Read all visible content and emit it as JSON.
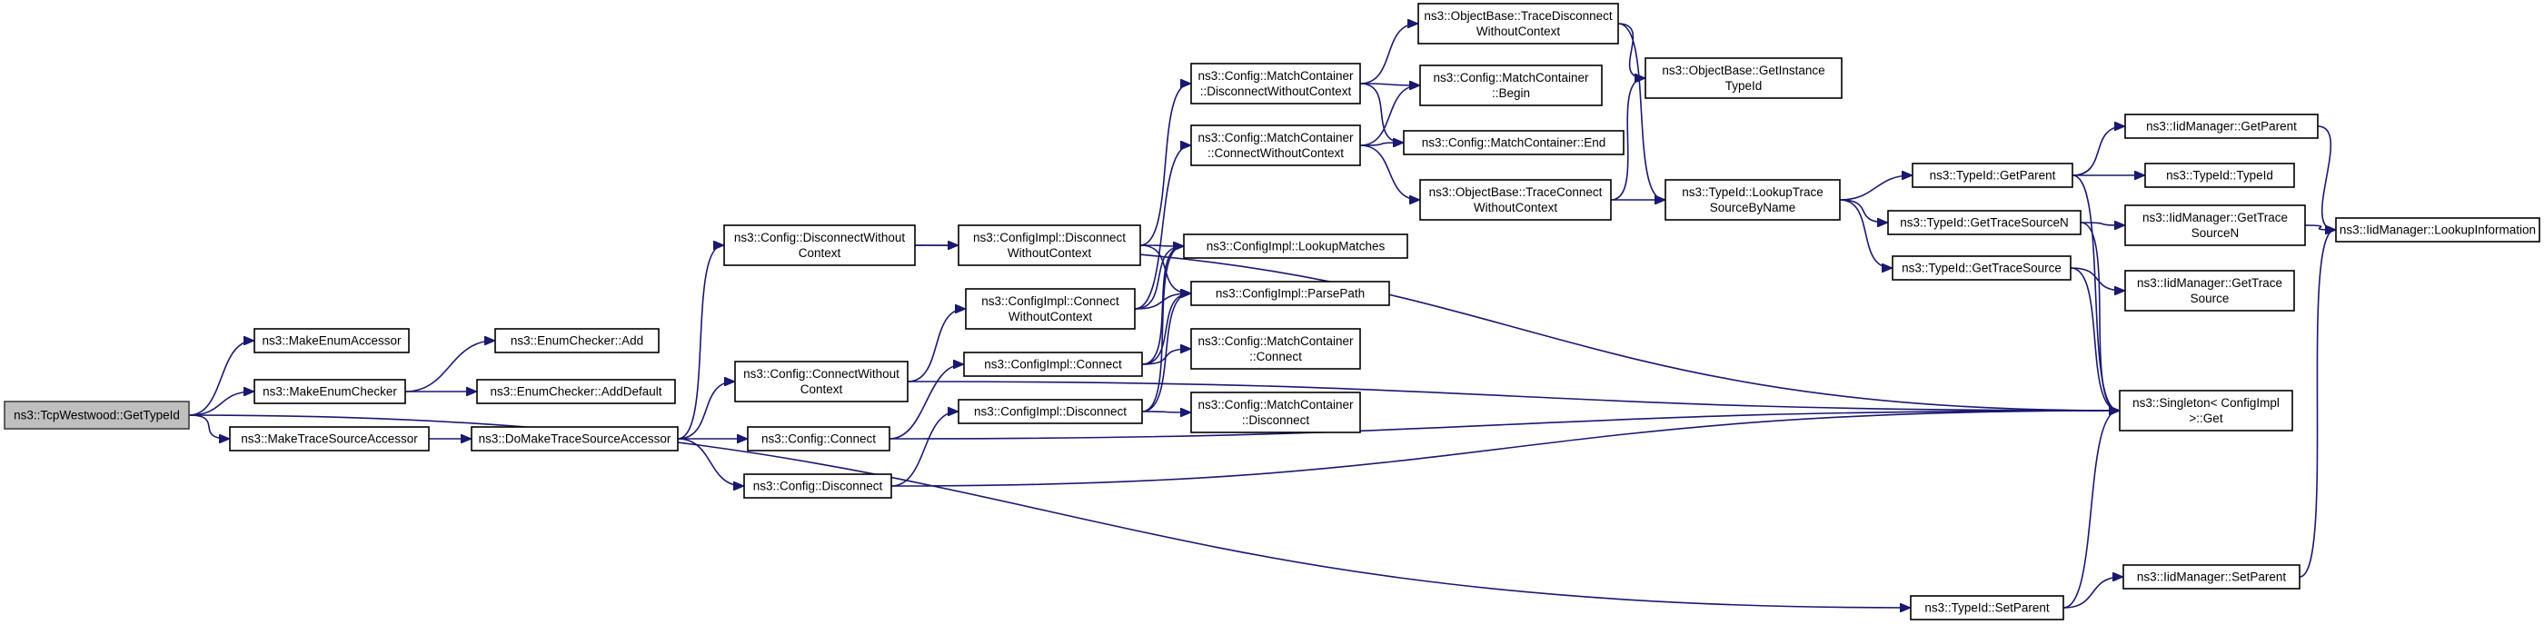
{
  "graph": {
    "title": "",
    "nodes": [
      {
        "id": "root",
        "lines": [
          "ns3::TcpWestwood::GetTypeId"
        ],
        "root": true
      },
      {
        "id": "makeEnumAccessor",
        "lines": [
          "ns3::MakeEnumAccessor"
        ]
      },
      {
        "id": "makeEnumChecker",
        "lines": [
          "ns3::MakeEnumChecker"
        ]
      },
      {
        "id": "makeTraceSourceAccessor",
        "lines": [
          "ns3::MakeTraceSourceAccessor"
        ]
      },
      {
        "id": "enumCheckerAdd",
        "lines": [
          "ns3::EnumChecker::Add"
        ]
      },
      {
        "id": "enumCheckerAddDefault",
        "lines": [
          "ns3::EnumChecker::AddDefault"
        ]
      },
      {
        "id": "doMakeTraceSourceAccessor",
        "lines": [
          "ns3::DoMakeTraceSourceAccessor"
        ]
      },
      {
        "id": "configDisconnectWithoutContext",
        "lines": [
          "ns3::Config::DisconnectWithout",
          "Context"
        ]
      },
      {
        "id": "configConnectWithoutContext",
        "lines": [
          "ns3::Config::ConnectWithout",
          "Context"
        ]
      },
      {
        "id": "configConnect",
        "lines": [
          "ns3::Config::Connect"
        ]
      },
      {
        "id": "configDisconnect",
        "lines": [
          "ns3::Config::Disconnect"
        ]
      },
      {
        "id": "implDisconnectWithoutContext",
        "lines": [
          "ns3::ConfigImpl::Disconnect",
          "WithoutContext"
        ]
      },
      {
        "id": "implConnectWithoutContext",
        "lines": [
          "ns3::ConfigImpl::Connect",
          "WithoutContext"
        ]
      },
      {
        "id": "implConnect",
        "lines": [
          "ns3::ConfigImpl::Connect"
        ]
      },
      {
        "id": "implDisconnect",
        "lines": [
          "ns3::ConfigImpl::Disconnect"
        ]
      },
      {
        "id": "mcDisconnectWithoutContext",
        "lines": [
          "ns3::Config::MatchContainer",
          "::DisconnectWithoutContext"
        ]
      },
      {
        "id": "mcConnectWithoutContext",
        "lines": [
          "ns3::Config::MatchContainer",
          "::ConnectWithoutContext"
        ]
      },
      {
        "id": "implLookupMatches",
        "lines": [
          "ns3::ConfigImpl::LookupMatches"
        ]
      },
      {
        "id": "implParsePath",
        "lines": [
          "ns3::ConfigImpl::ParsePath"
        ]
      },
      {
        "id": "mcConnect",
        "lines": [
          "ns3::Config::MatchContainer",
          "::Connect"
        ]
      },
      {
        "id": "mcDisconnect",
        "lines": [
          "ns3::Config::MatchContainer",
          "::Disconnect"
        ]
      },
      {
        "id": "obTraceDisconnectWithoutContext",
        "lines": [
          "ns3::ObjectBase::TraceDisconnect",
          "WithoutContext"
        ]
      },
      {
        "id": "mcBegin",
        "lines": [
          "ns3::Config::MatchContainer",
          "::Begin"
        ]
      },
      {
        "id": "mcEnd",
        "lines": [
          "ns3::Config::MatchContainer::End"
        ]
      },
      {
        "id": "obTraceConnectWithoutContext",
        "lines": [
          "ns3::ObjectBase::TraceConnect",
          "WithoutContext"
        ]
      },
      {
        "id": "obGetInstanceTypeId",
        "lines": [
          "ns3::ObjectBase::GetInstance",
          "TypeId"
        ]
      },
      {
        "id": "typeIdLookupTraceSourceByName",
        "lines": [
          "ns3::TypeId::LookupTrace",
          "SourceByName"
        ]
      },
      {
        "id": "typeIdGetParent",
        "lines": [
          "ns3::TypeId::GetParent"
        ]
      },
      {
        "id": "typeIdGetTraceSourceN",
        "lines": [
          "ns3::TypeId::GetTraceSourceN"
        ]
      },
      {
        "id": "typeIdGetTraceSource",
        "lines": [
          "ns3::TypeId::GetTraceSource"
        ]
      },
      {
        "id": "singletonGet",
        "lines": [
          "ns3::Singleton< ConfigImpl",
          " >::Get"
        ]
      },
      {
        "id": "typeIdSetParent",
        "lines": [
          "ns3::TypeId::SetParent"
        ]
      },
      {
        "id": "iidGetParent",
        "lines": [
          "ns3::IidManager::GetParent"
        ]
      },
      {
        "id": "typeIdTypeId",
        "lines": [
          "ns3::TypeId::TypeId"
        ]
      },
      {
        "id": "iidGetTraceSourceN",
        "lines": [
          "ns3::IidManager::GetTrace",
          "SourceN"
        ]
      },
      {
        "id": "iidGetTraceSource",
        "lines": [
          "ns3::IidManager::GetTrace",
          "Source"
        ]
      },
      {
        "id": "iidSetParent",
        "lines": [
          "ns3::IidManager::SetParent"
        ]
      },
      {
        "id": "iidLookupInformation",
        "lines": [
          "ns3::IidManager::LookupInformation"
        ]
      }
    ]
  }
}
